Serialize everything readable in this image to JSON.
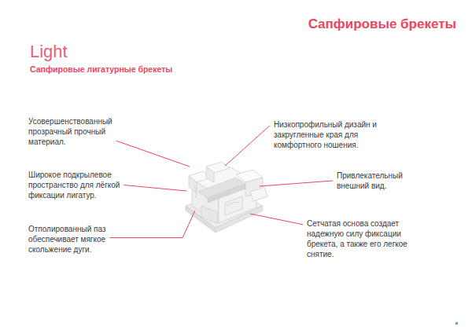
{
  "diagram": {
    "title": "Сапфировые брекеты",
    "labels": [
      "Light",
      "Сапфировые лигатурные брекеты",
      "Усовершенствованный прозрачный прочный материал.",
      "Широкое подкрылевое пространство для лёгкой фиксации лигатур.",
      "Отполированный паз обеспечивает мягкое скольжение дуги.",
      "Низкопрофильный дизайн и закругленные края для комфортного ношения.",
      "Привлекательный внешний вид.",
      "Сетчатая основа создает надежную силу фиксации брекета, а также его легкое снятие."
    ]
  }
}
